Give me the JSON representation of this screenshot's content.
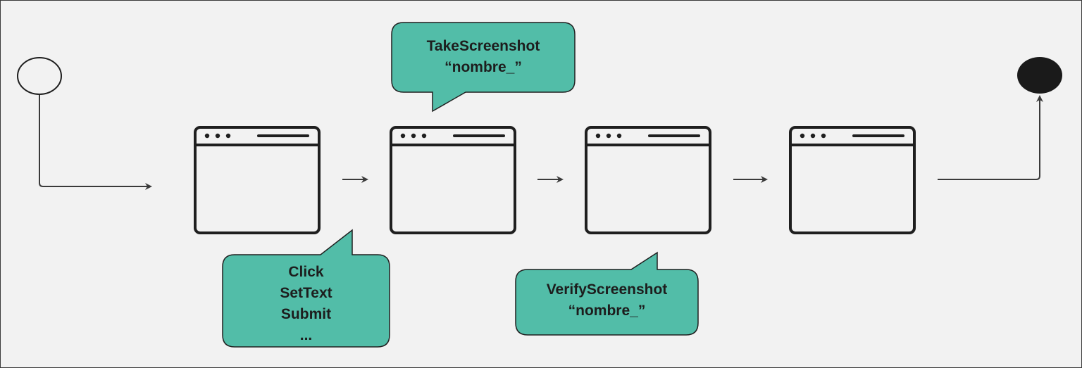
{
  "diagram": {
    "colors": {
      "background": "#f2f2f2",
      "callout_fill": "#52bda8",
      "stroke": "#1f1f1f",
      "arrow": "#3a3a3a",
      "end_node": "#1a1a1a"
    },
    "nodes": {
      "start": "start-node (hollow circle)",
      "end": "end-node (filled circle)",
      "windows": [
        "browser-window-1",
        "browser-window-2",
        "browser-window-3",
        "browser-window-4"
      ]
    },
    "callouts": {
      "take_screenshot": {
        "line1": "TakeScreenshot",
        "line2": "“nombre_”"
      },
      "actions": {
        "line1": "Click",
        "line2": "SetText",
        "line3": "Submit",
        "line4": "..."
      },
      "verify_screenshot": {
        "line1": "VerifyScreenshot",
        "line2": "“nombre_”"
      }
    }
  }
}
